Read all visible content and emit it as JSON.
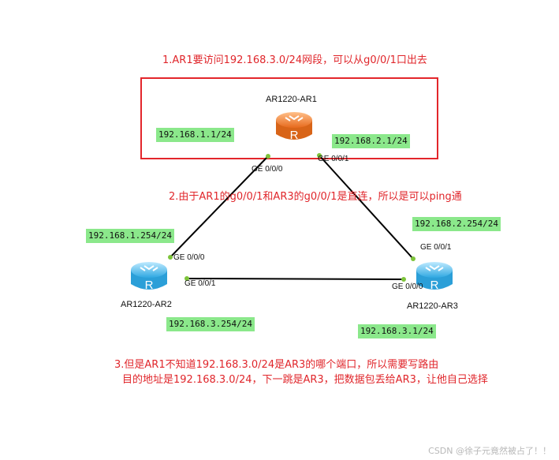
{
  "notes": {
    "note1": "1.AR1要访问192.168.3.0/24网段，可以从g0/0/1口出去",
    "note2": "2.由于AR1的g0/0/1和AR3的g0/0/1是直连，所以是可以ping通",
    "note3_line1": "3.但是AR1不知道192.168.3.0/24是AR3的哪个端口，所以需要写路由",
    "note3_line2": "目的地址是192.168.3.0/24，下一跳是AR3，把数据包丢给AR3，让他自己选择"
  },
  "routers": {
    "ar1": {
      "name": "AR1220-AR1",
      "glyph": "R",
      "color": "#f08a3a"
    },
    "ar2": {
      "name": "AR1220-AR2",
      "glyph": "R",
      "color": "#3fb6ea"
    },
    "ar3": {
      "name": "AR1220-AR3",
      "glyph": "R",
      "color": "#3fb6ea"
    }
  },
  "ips": {
    "ar1_left": "192.168.1.1/24",
    "ar1_right": "192.168.2.1/24",
    "ar2_top": "192.168.1.254/24",
    "ar2_bottom": "192.168.3.254/24",
    "ar3_top": "192.168.2.254/24",
    "ar3_bottom": "192.168.3.1/24"
  },
  "ports": {
    "ar1_g000": "GE 0/0/0",
    "ar1_g001": "GE 0/0/1",
    "ar2_g000": "GE 0/0/0",
    "ar2_g001": "GE 0/0/1",
    "ar3_g001": "GE 0/0/1",
    "ar3_g000": "GE 0/0/0"
  },
  "watermark": "CSDN @徐子元竟然被占了！！",
  "colors": {
    "highlight_box": "#e3262b",
    "ip_bg": "#8be88b",
    "link": "#000000",
    "port_dot": "#7dc43a"
  }
}
